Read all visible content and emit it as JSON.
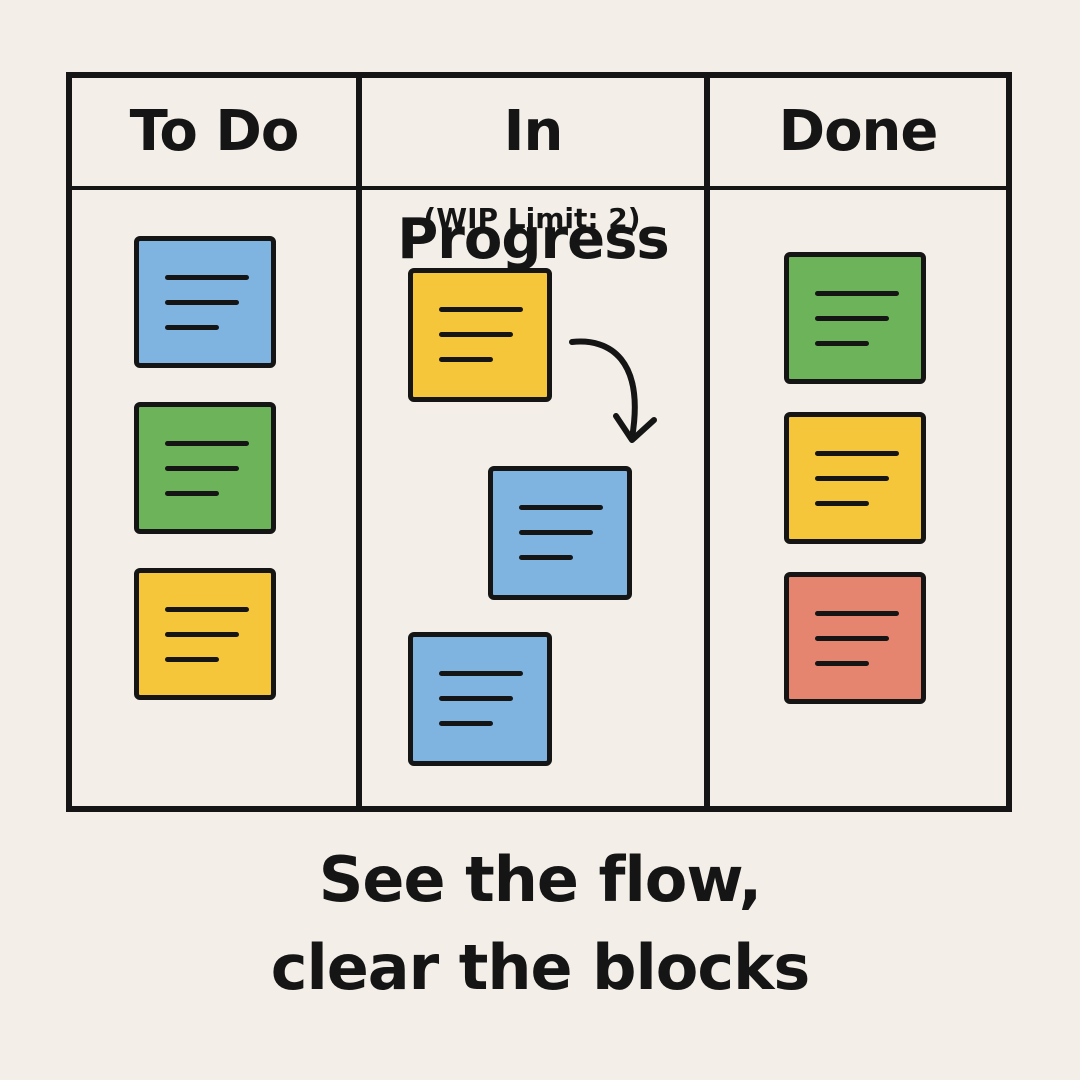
{
  "board": {
    "columns": [
      {
        "id": "todo",
        "title": "To Do"
      },
      {
        "id": "in-progress",
        "title": "In Progress",
        "note": "(WIP Limit: 2)"
      },
      {
        "id": "done",
        "title": "Done"
      }
    ]
  },
  "cards": {
    "todo": [
      "blue",
      "green",
      "yellow"
    ],
    "in_progress": [
      "yellow",
      "blue",
      "blue"
    ],
    "done": [
      "green",
      "yellow",
      "red"
    ]
  },
  "colors": {
    "blue": "#7fb4e0",
    "green": "#6db35a",
    "yellow": "#f5c53a",
    "red": "#e58570",
    "ink": "#151515",
    "paper": "#f3efe8"
  },
  "arrow_icon": "curved-arrow-down-icon",
  "caption": {
    "line1": "See the flow,",
    "line2": "clear the blocks"
  }
}
